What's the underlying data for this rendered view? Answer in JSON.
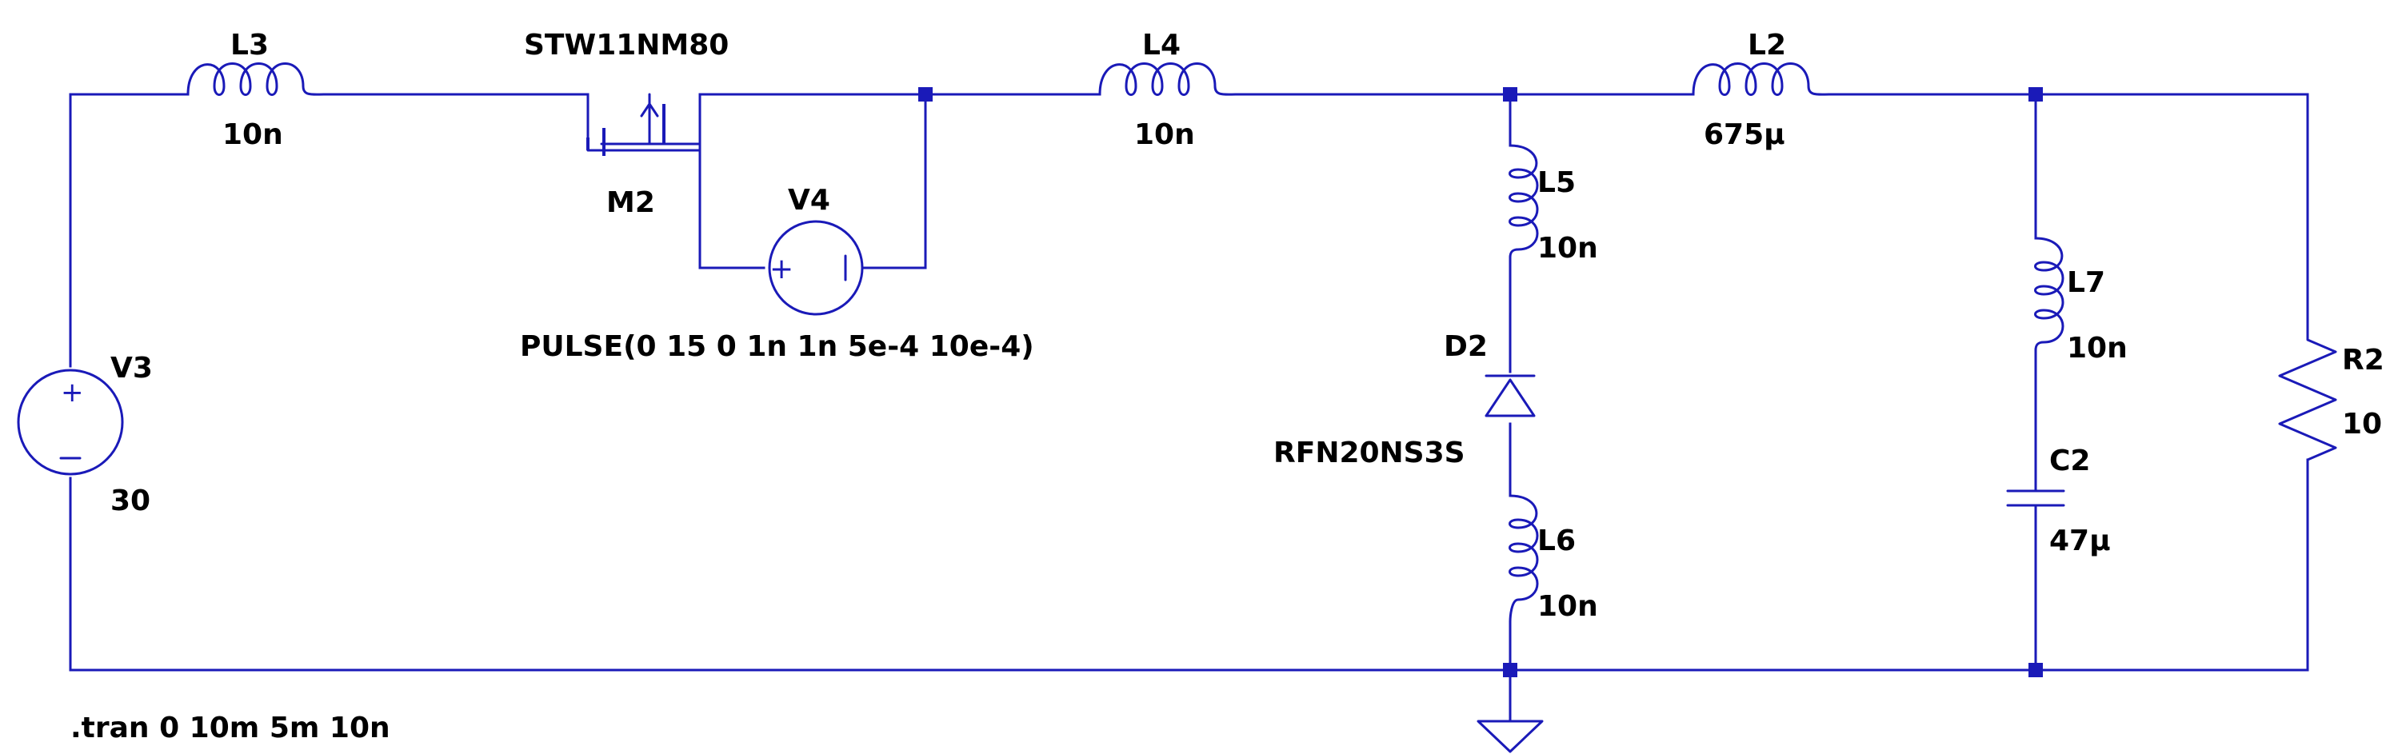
{
  "schematic": {
    "components": {
      "L3": {
        "ref": "L3",
        "value": "10n"
      },
      "L4": {
        "ref": "L4",
        "value": "10n"
      },
      "L2": {
        "ref": "L2",
        "value": "675µ"
      },
      "L5": {
        "ref": "L5",
        "value": "10n"
      },
      "L6": {
        "ref": "L6",
        "value": "10n"
      },
      "L7": {
        "ref": "L7",
        "value": "10n"
      },
      "M2": {
        "ref": "M2",
        "model": "STW11NM80"
      },
      "V4": {
        "ref": "V4",
        "value": "PULSE(0 15 0 1n 1n 5e-4 10e-4)"
      },
      "V3": {
        "ref": "V3",
        "value": "30"
      },
      "D2": {
        "ref": "D2",
        "model": "RFN20NS3S"
      },
      "C2": {
        "ref": "C2",
        "value": "47µ"
      },
      "R2": {
        "ref": "R2",
        "value": "10"
      }
    },
    "directive": ".tran 0 10m 5m 10n",
    "colors": {
      "wire": "#1a1ab8",
      "text": "#000000",
      "background": "#ffffff"
    }
  }
}
